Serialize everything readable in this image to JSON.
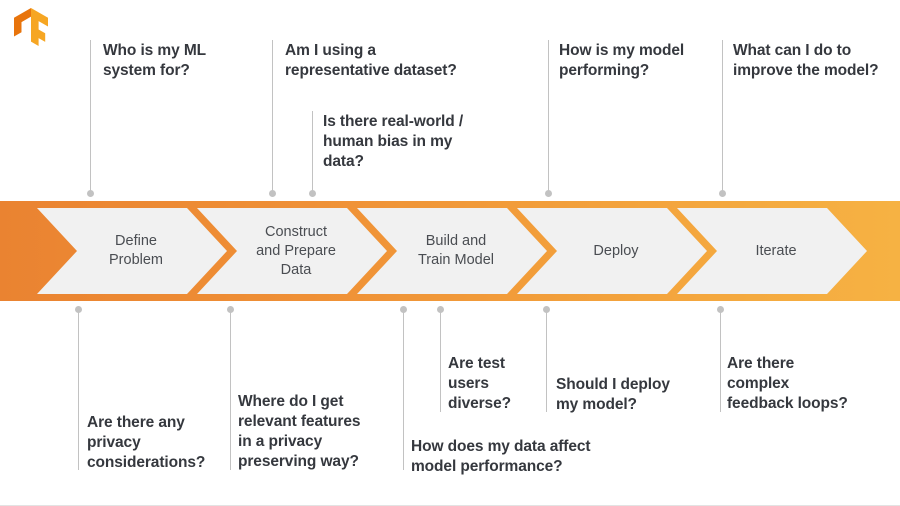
{
  "logo": {
    "name": "tensorflow-logo",
    "color_dark": "#E8740C",
    "color_light": "#F6A623"
  },
  "colors": {
    "band_gradient_start": "#EA8331",
    "band_gradient_end": "#F6B243",
    "chevron_fill": "#F1F1F1",
    "text_dark": "#35383E",
    "chevron_text": "#4A4D52",
    "connector": "#C2C2C2",
    "background": "#FFFFFF"
  },
  "pipeline": {
    "name": "ml-lifecycle-pipeline",
    "stages": [
      {
        "id": "define-problem",
        "label": "Define\nProblem"
      },
      {
        "id": "construct-prepare-data",
        "label": "Construct\nand Prepare\nData"
      },
      {
        "id": "build-train-model",
        "label": "Build and\nTrain Model"
      },
      {
        "id": "deploy",
        "label": "Deploy"
      },
      {
        "id": "iterate",
        "label": "Iterate"
      }
    ]
  },
  "questions_above": [
    {
      "id": "who-is-my-ml-system-for",
      "text": "Who is my ML\nsystem for?"
    },
    {
      "id": "representative-dataset",
      "text": "Am I using a\nrepresentative dataset?"
    },
    {
      "id": "real-world-human-bias",
      "text": "Is there real-world /\nhuman bias in my\ndata?"
    },
    {
      "id": "how-is-my-model-performing",
      "text": "How is my model\nperforming?"
    },
    {
      "id": "what-can-i-do-to-improve",
      "text": "What can I do to\nimprove the model?"
    }
  ],
  "questions_below": [
    {
      "id": "privacy-considerations",
      "text": "Are there any\nprivacy\nconsiderations?"
    },
    {
      "id": "relevant-features-privacy",
      "text": "Where do I get\nrelevant features\nin a privacy\npreserving way?"
    },
    {
      "id": "data-affect-model-performance",
      "text": "How does my data affect\nmodel performance?"
    },
    {
      "id": "are-test-users-diverse",
      "text": "Are test\nusers\ndiverse?"
    },
    {
      "id": "should-i-deploy-my-model",
      "text": "Should I deploy\nmy model?"
    },
    {
      "id": "complex-feedback-loops",
      "text": "Are there\ncomplex\nfeedback loops?"
    }
  ]
}
